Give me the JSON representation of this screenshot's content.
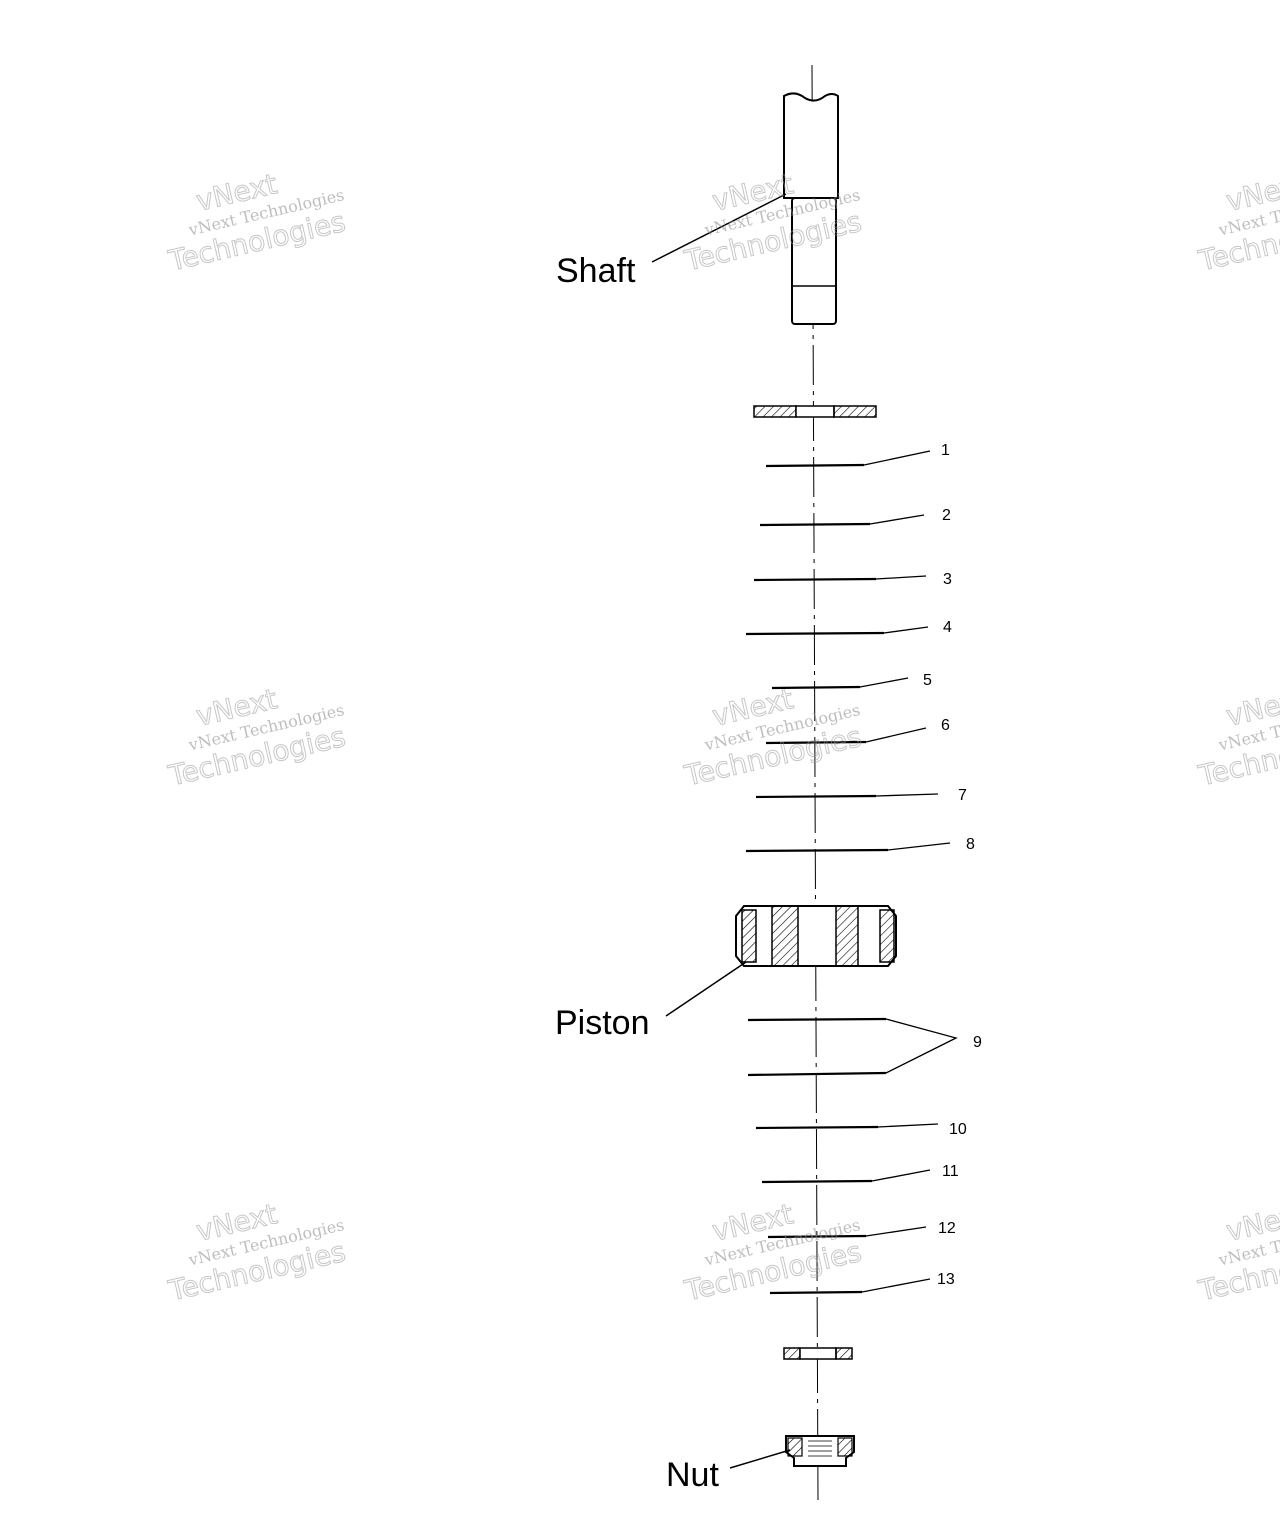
{
  "labels": {
    "shaft": "Shaft",
    "piston": "Piston",
    "nut": "Nut"
  },
  "callouts": [
    "1",
    "2",
    "3",
    "4",
    "5",
    "6",
    "7",
    "8",
    "9",
    "10",
    "11",
    "12",
    "13"
  ],
  "watermark": {
    "line1": "vNext",
    "line2": "vNext Technologies",
    "line3": "Technologies"
  }
}
